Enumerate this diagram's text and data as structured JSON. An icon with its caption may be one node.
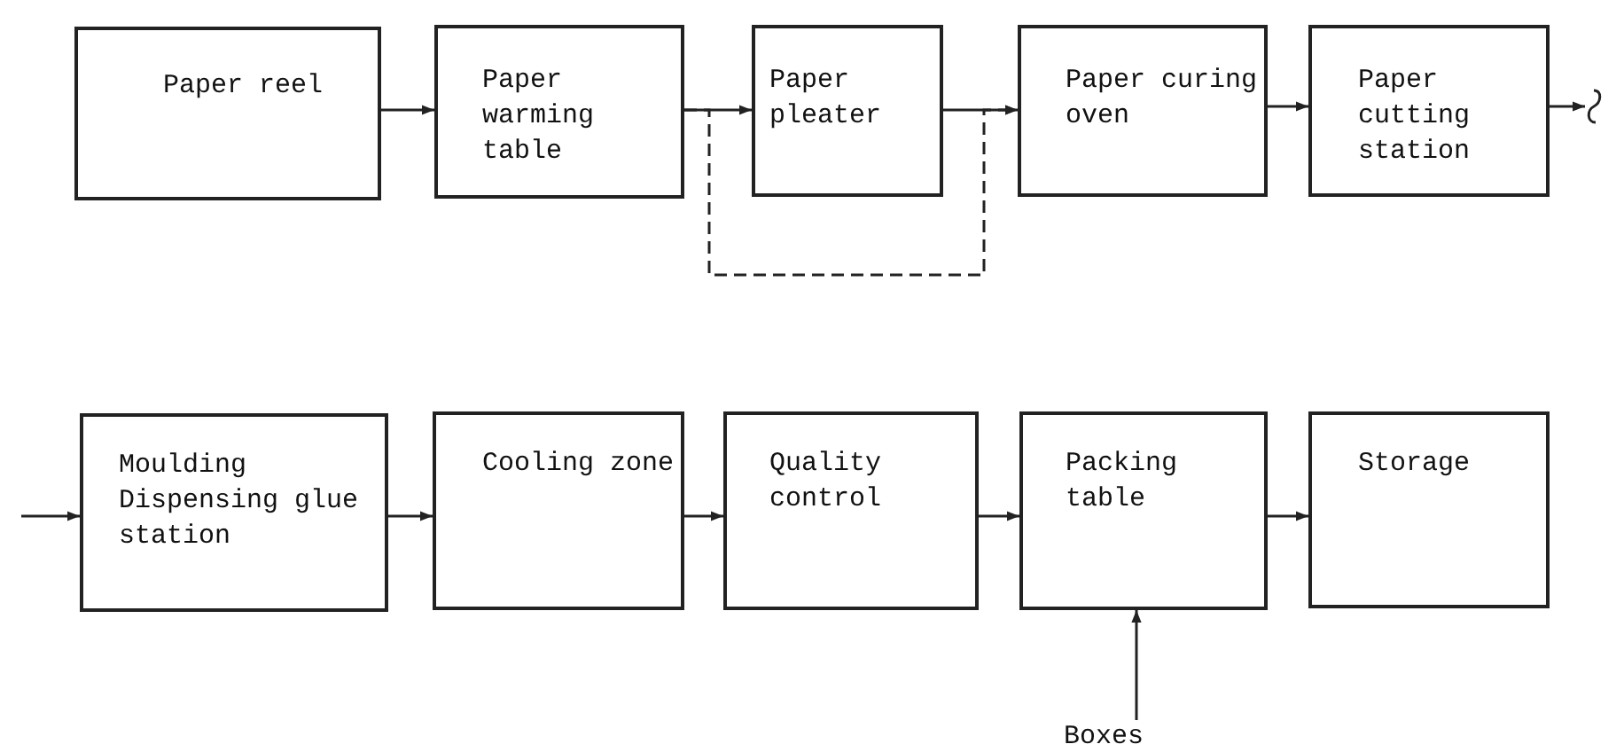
{
  "diagram": {
    "nodes": [
      {
        "text": [
          "Paper reel"
        ]
      },
      {
        "text": [
          "Paper warming table"
        ]
      },
      {
        "text": [
          "Paper pleater"
        ]
      },
      {
        "text": [
          "Paper curing oven"
        ]
      },
      {
        "text": [
          "Paper cutting station"
        ]
      },
      {
        "text": [
          "Moulding Dispensing glue station"
        ]
      },
      {
        "text": [
          "Cooling zone"
        ]
      },
      {
        "text": [
          "Quality control"
        ]
      },
      {
        "text": [
          "Packing table"
        ]
      },
      {
        "text": [
          "Storage"
        ]
      },
      {
        "text": [
          "Boxes"
        ]
      }
    ],
    "edges": [
      {
        "from": 0,
        "to": 1,
        "arrow": "to"
      },
      {
        "from": 1,
        "to": 2,
        "arrow": "to"
      },
      {
        "from": 2,
        "to": 3,
        "arrow": "to"
      },
      {
        "from": 3,
        "to": 4,
        "arrow": "to"
      },
      {
        "from": 4,
        "to": null,
        "arrow": "to"
      },
      {
        "from": 1,
        "to": 3,
        "arrow": "to",
        "style": "dashed"
      },
      {
        "from": null,
        "to": 5,
        "arrow": "to"
      },
      {
        "from": 5,
        "to": 6,
        "arrow": "to"
      },
      {
        "from": 6,
        "to": 7,
        "arrow": "to"
      },
      {
        "from": 7,
        "to": 8,
        "arrow": "to"
      },
      {
        "from": 8,
        "to": 9,
        "arrow": "to"
      },
      {
        "from": 10,
        "to": 8,
        "arrow": "to"
      }
    ]
  }
}
